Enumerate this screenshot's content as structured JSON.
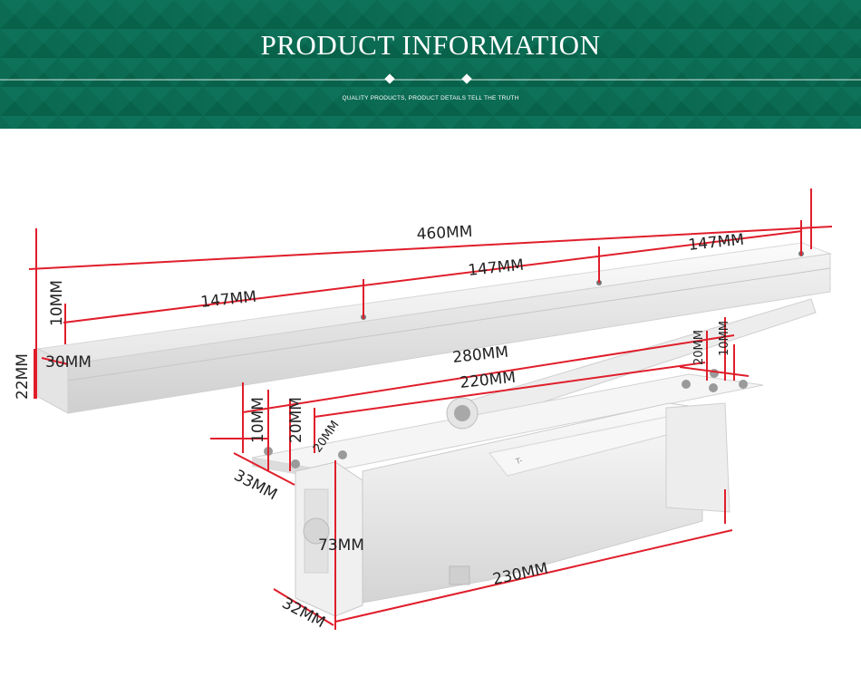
{
  "banner": {
    "title": "PRODUCT INFORMATION",
    "subtitle": "QUALITY PRODUCTS, PRODUCT DETAILS TELL THE TRUTH",
    "color": "#0b6b52"
  },
  "dimensions": {
    "total_length": "460MM",
    "seg1": "147MM",
    "seg2": "147MM",
    "seg3": "147MM",
    "rail_height": "10MM",
    "rail_depth": "22MM",
    "rail_width": "30MM",
    "arm_length": "280MM",
    "plate_length": "220MM",
    "hole_20_right": "20MM",
    "hole_10_right": "10MM",
    "plate_10": "10MM",
    "plate_20": "20MM",
    "hole_20_left": "20MM",
    "plate_33": "33MM",
    "body_height": "73MM",
    "body_length": "230MM",
    "body_depth": "32MM"
  },
  "accent_color": "#e01e2b"
}
